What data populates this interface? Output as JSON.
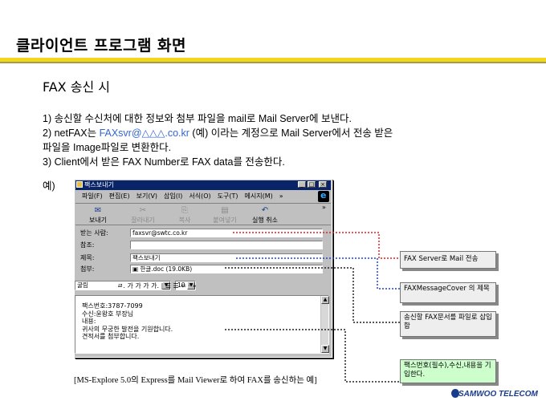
{
  "slide": {
    "title": "클라이언트 프로그램 화면",
    "heading": "FAX 송신 시",
    "line1": "1) 송신할 수신처에 대한 정보와 첨부 파일을 mail로 Mail Server에 보낸다.",
    "line2_pre": "2) netFAX는 ",
    "line2_link": "FAXsvr@△△△.co.kr",
    "line2_post": " (예) 이라는 계정으로 Mail Server에서 전송 받은",
    "line2b": "파일을 Image파일로 변환한다.",
    "line3": "3) Client에서 받은 FAX Number로 FAX data를 전송한다.",
    "example_label": "예)"
  },
  "window": {
    "title": "팩스보내기",
    "controls": [
      "_",
      "□",
      "×"
    ],
    "menus": [
      "파일(F)",
      "편집(E)",
      "보기(V)",
      "삽입(I)",
      "서식(O)",
      "도구(T)",
      "메시지(M)",
      "»"
    ],
    "toolbar": [
      {
        "label": "보내기",
        "glyph": "✉",
        "enabled": true
      },
      {
        "label": "잘라내기",
        "glyph": "✂",
        "enabled": false
      },
      {
        "label": "복사",
        "glyph": "⎘",
        "enabled": false
      },
      {
        "label": "붙여넣기",
        "glyph": "▤",
        "enabled": false
      },
      {
        "label": "실행 취소",
        "glyph": "↶",
        "enabled": true
      }
    ],
    "toolbar_more": "»",
    "to_label": "받는 사람:",
    "to_value": "faxsvr@swtc.co.kr",
    "cc_label": "참조:",
    "cc_value": "",
    "subject_label": "제목:",
    "subject_value": "팩스보내기",
    "attach_label": "첨부:",
    "attach_value": "한글.doc (19.0KB)",
    "font_name": "굴림",
    "font_size": "10",
    "format_glyphs": "ㄹ.  가  가  가  가.  |  ☰  ☰  ⇐  ·  »",
    "body": "팩스번호:3787-7099\n수신:윤왕호 부장님\n내용:\n귀사의 무궁한 발전을 기원합니다.\n견적서를 첨부합니다."
  },
  "callouts": [
    "FAX Server로 Mail 전송",
    "FAXMessageCover 의  제목",
    "송신할 FAX문서를 파일로 삽입함",
    "팩스번호(필수),수신,내용을 기입한다."
  ],
  "caption": "[MS-Explore 5.0의 Express를 Mail Viewer로 하여 FAX를 송신하는 예]",
  "brand": "SAMWOO TELECOM",
  "colors": {
    "accent_yellow": "#f2d61b",
    "link_blue": "#3366cc",
    "titlebar": "#0a246a",
    "red_dots": "#dd2222",
    "blue_dots": "#2244cc",
    "green_callout": "#ccffcc"
  }
}
